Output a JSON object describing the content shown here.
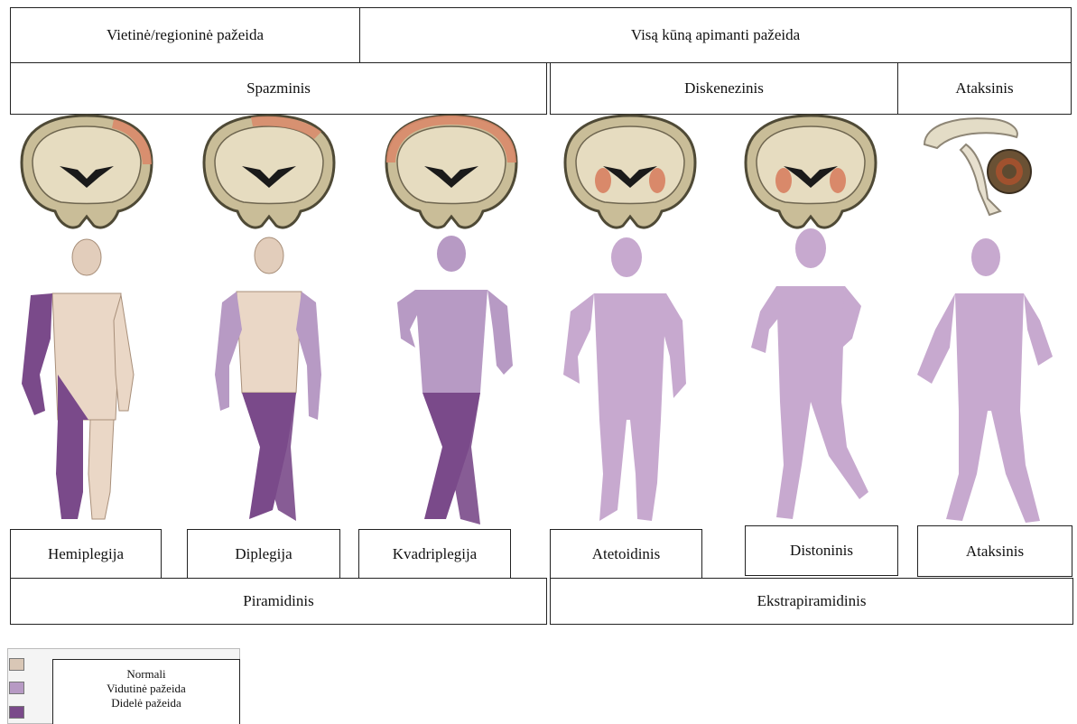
{
  "header": {
    "local": "Vietinė/regioninė pažeida",
    "whole_body": "Visą kūną apimanti pažeida"
  },
  "categories": {
    "spastic": "Spazminis",
    "dyskinetic": "Diskenezinis",
    "ataxic": "Ataksinis"
  },
  "types": {
    "hemiplegia": "Hemiplegija",
    "diplegia": "Diplegija",
    "quadriplegia": "Kvadriplegija",
    "athetoid": "Atetoidinis",
    "dystonic": "Distoninis",
    "ataxic": "Ataksinis"
  },
  "groups": {
    "pyramidal": "Piramidinis",
    "extrapyramidal": "Ekstrapiramidinis"
  },
  "legend": {
    "normal": "Normali",
    "moderate": "Vidutinė pažeida",
    "severe": "Didelė pažeida",
    "colors": {
      "normal": "#d9c7b6",
      "moderate": "#b79ac4",
      "severe": "#7a4a8a"
    }
  }
}
